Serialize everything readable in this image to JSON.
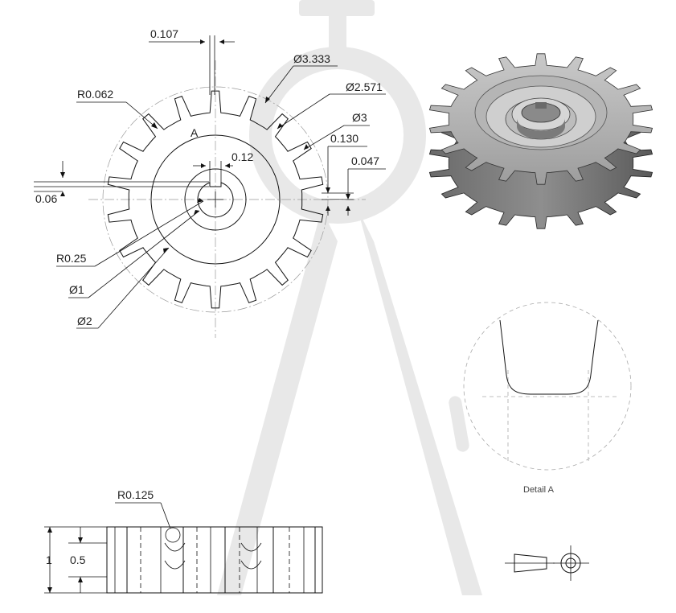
{
  "front_view": {
    "dimensions": {
      "tooth_width": "0.107",
      "root_fillet": "R0.062",
      "outer_dia": "Ø3.333",
      "root_dia": "Ø2.571",
      "pitch_dia": "Ø3",
      "addendum": "0.130",
      "dedendum_step": "0.047",
      "keyway_width": "0.12",
      "keyway_depth": "0.06",
      "bore_radius": "R0.25",
      "bore_dia": "Ø1",
      "hub_dia": "Ø2"
    },
    "detail_marker": "A"
  },
  "detail_view": {
    "label": "Detail A"
  },
  "side_view": {
    "dimensions": {
      "fillet": "R0.125",
      "overall_width": "1",
      "hub_width": "0.5"
    }
  },
  "colors": {
    "line": "#111111",
    "hidden": "#aaaaaa",
    "watermark": "#e6e6e6",
    "gear_face": "#9a9a9a"
  }
}
